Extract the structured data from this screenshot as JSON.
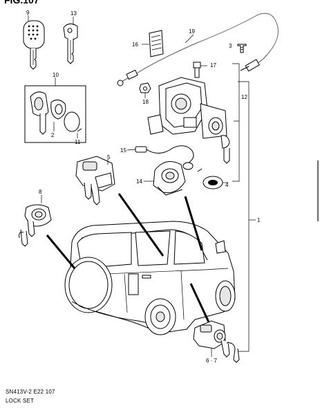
{
  "figure": {
    "title": "FIG.107",
    "code": "SN413V-2 E22  107",
    "name": "LOCK SET"
  },
  "callouts": [
    "9",
    "13",
    "16",
    "19",
    "3",
    "17",
    "10",
    "18",
    "2",
    "11",
    "12",
    "5",
    "15",
    "14",
    "4",
    "8",
    "1",
    "6 · 7"
  ],
  "icons": {
    "key_blank": "key-icon",
    "transponder_key": "key-icon",
    "ignition_switch": "ignition-switch-icon",
    "door_lock": "door-lock-cylinder-icon",
    "back_door_lock": "back-door-lock-icon",
    "vehicle": "suv-rear-view-icon"
  }
}
